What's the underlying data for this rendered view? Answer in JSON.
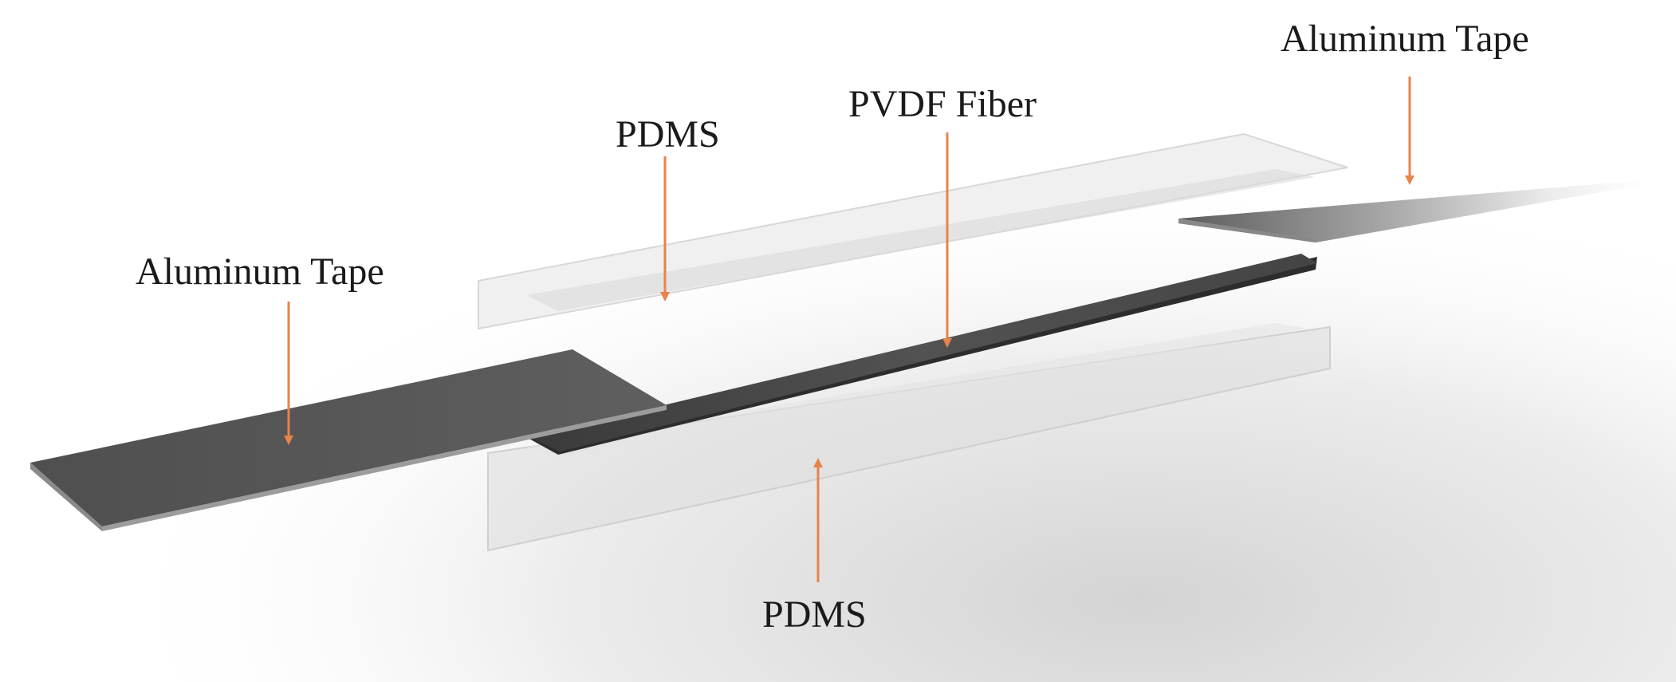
{
  "diagram": {
    "labels": {
      "aluminum_tape_left": "Aluminum Tape",
      "aluminum_tape_right": "Aluminum Tape",
      "pdms_top": "PDMS",
      "pdms_bottom": "PDMS",
      "pvdf_fiber": "PVDF Fiber"
    },
    "colors": {
      "arrow": "#e8834a",
      "tape": "#5a5a5a",
      "fiber": "#4a4a4a",
      "pdms": "#e6e6e6",
      "text": "#1a1a1a"
    }
  }
}
